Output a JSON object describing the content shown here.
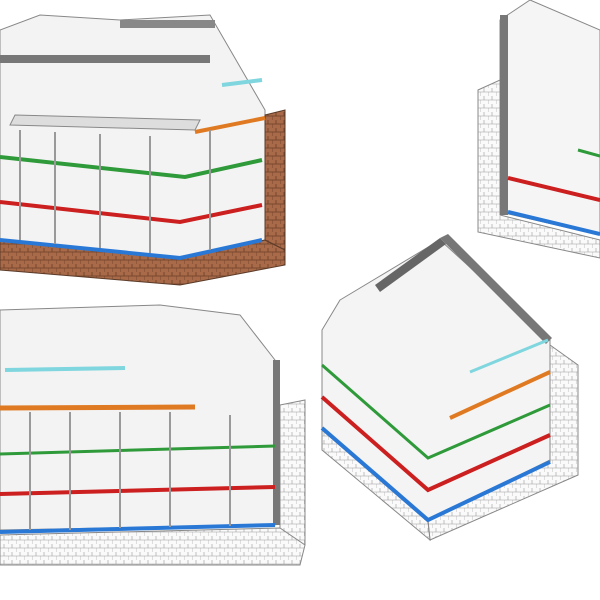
{
  "colors": {
    "roof_cyan": "#7fd6de",
    "floor_orange": "#e07a22",
    "floor_green": "#2f9a3a",
    "floor_red": "#cc1f1f",
    "floor_blue": "#2a78d6",
    "brick_brown": "#a86a48",
    "wall_gray": "#6e6e6e",
    "slab_light": "#eeeeee"
  },
  "views": [
    {
      "id": "section-view-top-left"
    },
    {
      "id": "section-view-top-right"
    },
    {
      "id": "section-view-bottom-left"
    },
    {
      "id": "section-view-bottom-right"
    }
  ]
}
